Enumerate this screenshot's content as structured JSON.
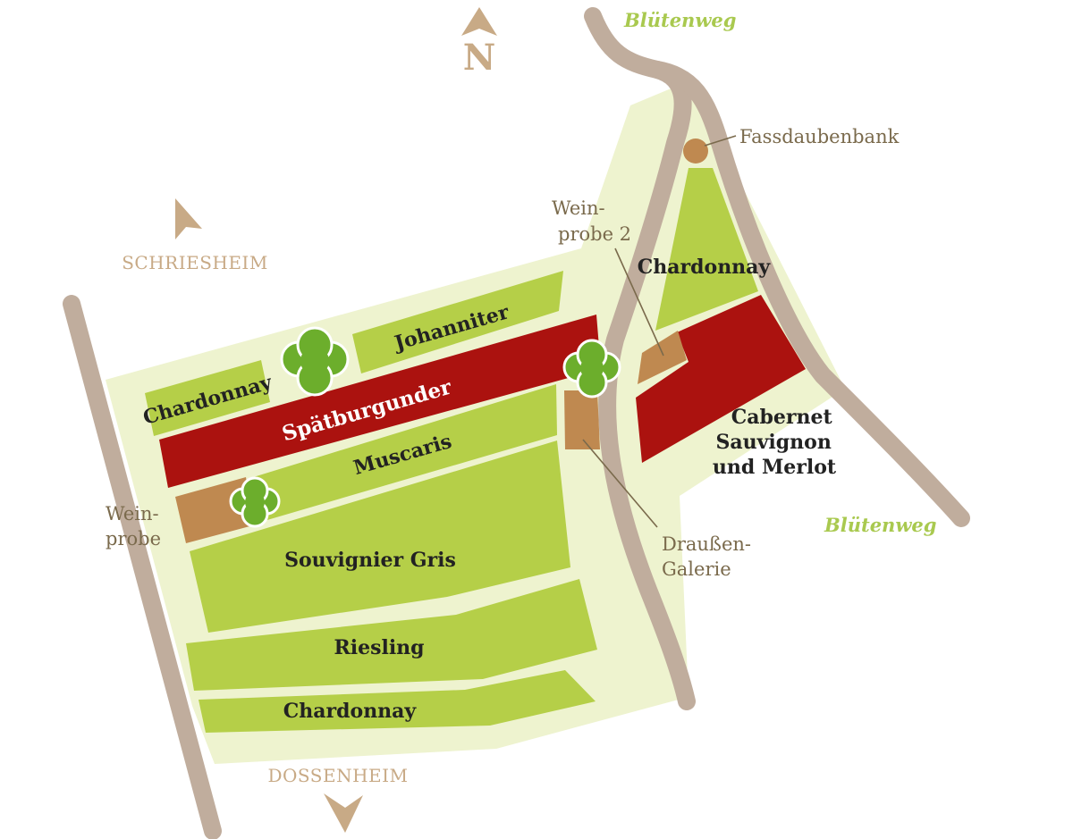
{
  "colors": {
    "background": "#ffffff",
    "area": "#eef3cf",
    "vineyard": "#b5cf48",
    "spaetburgunder": "#ab120f",
    "road": "#c0ad9d",
    "tree": "#6cae2c",
    "station": "#bf8950",
    "poi_text": "#7a6a4c",
    "town_text": "#c8aa86",
    "path_text": "#a9c94f"
  },
  "compass": {
    "label": "N",
    "icon": "north-arrow-icon"
  },
  "towns": {
    "north": "SCHRIESHEIM",
    "south": "DOSSENHEIM"
  },
  "paths": {
    "top": "Blütenweg",
    "right": "Blütenweg"
  },
  "plots": {
    "chardonnay_left": "Chardonnay",
    "johanniter": "Johanniter",
    "spaetburgunder": "Spätburgunder",
    "muscaris": "Muscaris",
    "souvignier_gris": "Souvignier Gris",
    "riesling": "Riesling",
    "chardonnay_bottom": "Chardonnay",
    "chardonnay_right": "Chardonnay",
    "cabernet": [
      "Cabernet",
      "Sauvignon",
      "und Merlot"
    ]
  },
  "pois": {
    "fassdaubenbank": "Fassdaubenbank",
    "weinprobe_2": [
      "Wein-",
      "probe 2"
    ],
    "weinprobe": [
      "Wein-",
      "probe"
    ],
    "draussen_galerie": [
      "Draußen-",
      "Galerie"
    ]
  }
}
